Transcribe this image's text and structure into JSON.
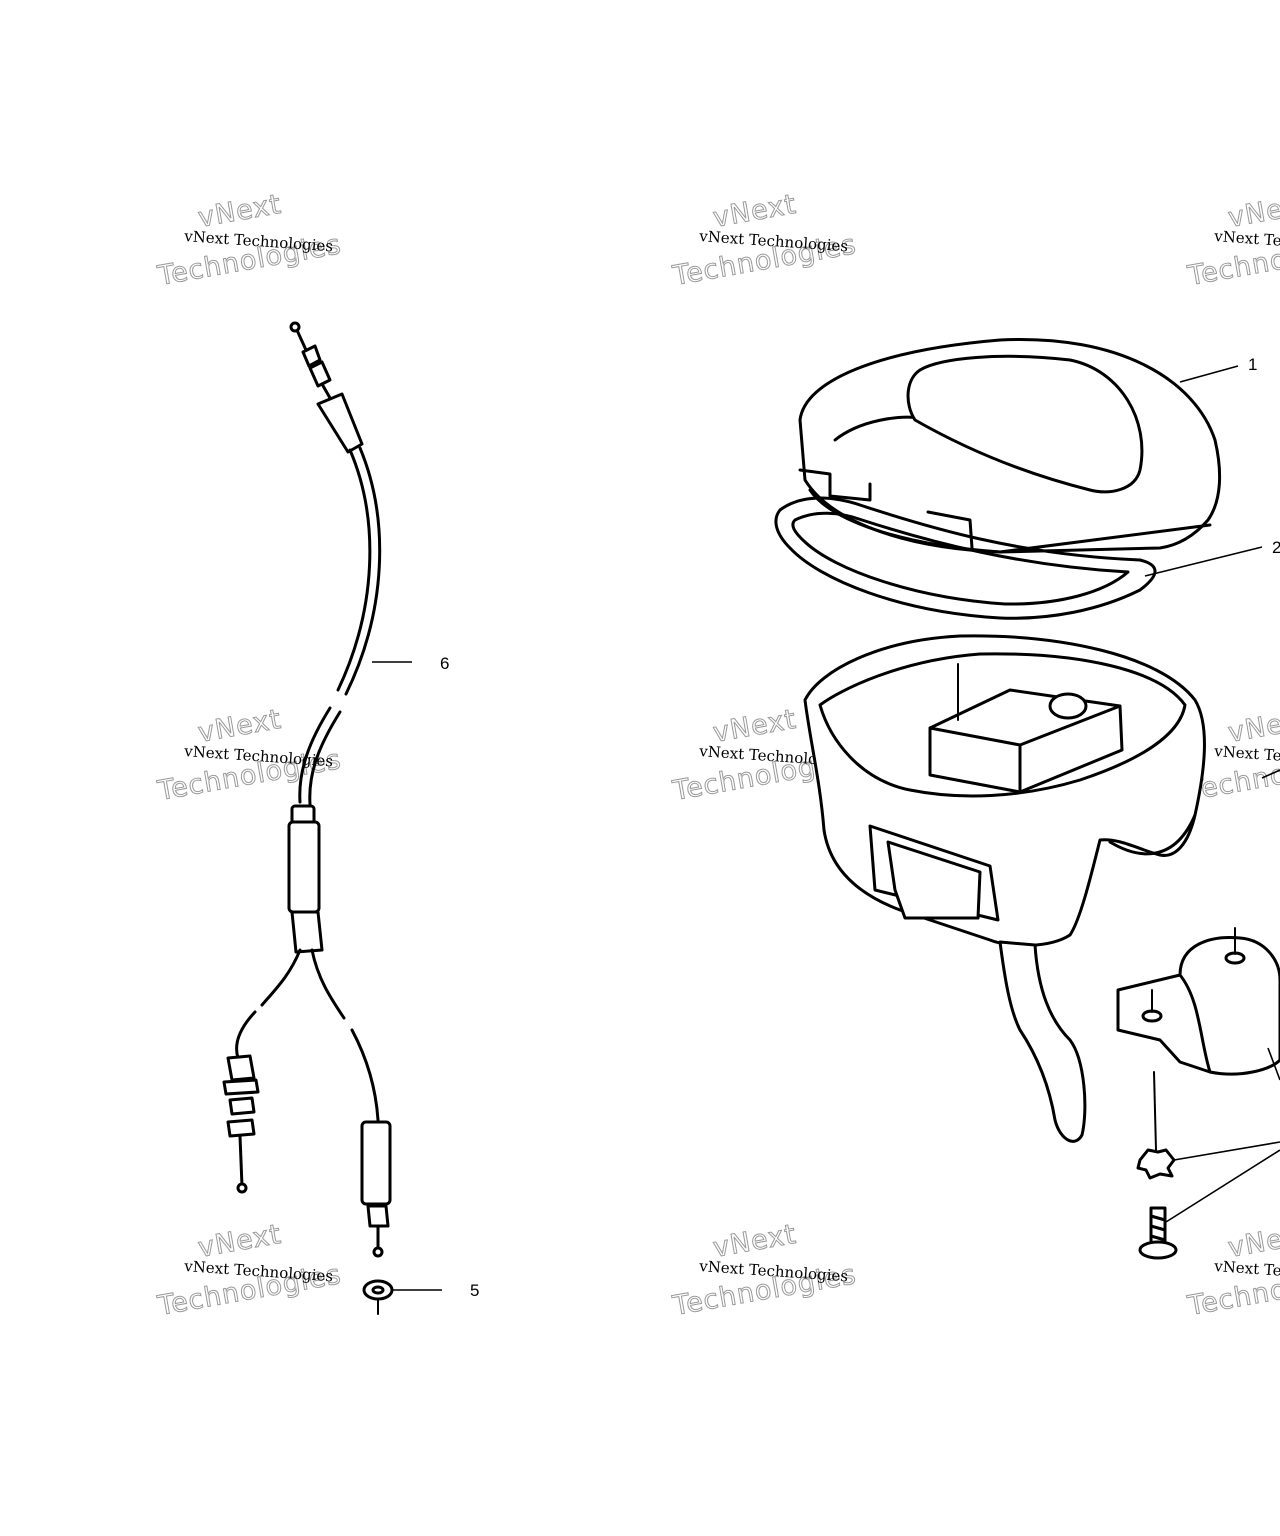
{
  "diagram": {
    "watermark": {
      "text": "vNext Technologies",
      "line1": "vNext",
      "line2": "Technologies"
    },
    "callouts": [
      {
        "id": "1",
        "label": "1"
      },
      {
        "id": "2",
        "label": "2"
      },
      {
        "id": "5",
        "label": "5"
      },
      {
        "id": "6",
        "label": "6"
      }
    ]
  }
}
